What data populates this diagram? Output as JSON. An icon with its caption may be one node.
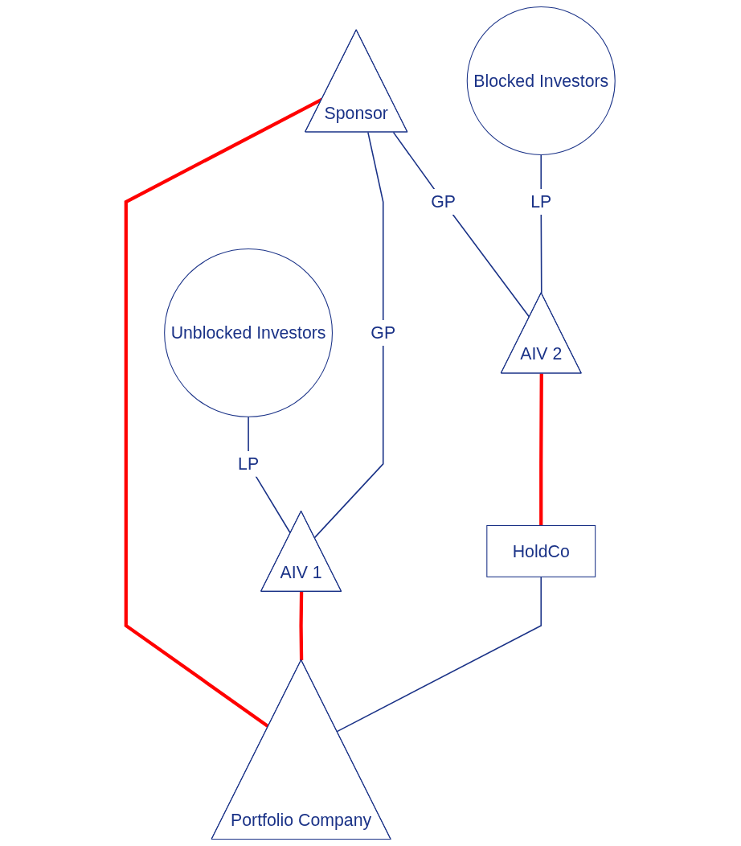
{
  "diagram": {
    "nodes": [
      {
        "text": [
          "Unblocked Investors"
        ]
      },
      {
        "text": [
          "Sponsor"
        ]
      },
      {
        "text": [
          "Blocked Investors"
        ]
      },
      {
        "text": [
          "AIV 1"
        ]
      },
      {
        "text": [
          "AIV 2"
        ]
      },
      {
        "text": [
          "HoldCo"
        ]
      },
      {
        "text": [
          "Portfolio Company"
        ]
      }
    ],
    "edges": [
      {
        "from": 0,
        "to": 3,
        "arrow": "none",
        "label": "LP"
      },
      {
        "from": 1,
        "to": 3,
        "arrow": "none",
        "label": "GP"
      },
      {
        "from": 1,
        "to": 4,
        "arrow": "none",
        "label": "GP"
      },
      {
        "from": 2,
        "to": 4,
        "arrow": "none",
        "label": "LP"
      },
      {
        "from": 1,
        "to": 6,
        "arrow": "none",
        "style": "thick",
        "color": "#ff0000"
      },
      {
        "from": 3,
        "to": 6,
        "arrow": "none",
        "style": "thick",
        "color": "#ff0000"
      },
      {
        "from": 4,
        "to": 5,
        "arrow": "none",
        "style": "thick",
        "color": "#ff0000"
      },
      {
        "from": 5,
        "to": 6,
        "arrow": "none"
      }
    ]
  }
}
